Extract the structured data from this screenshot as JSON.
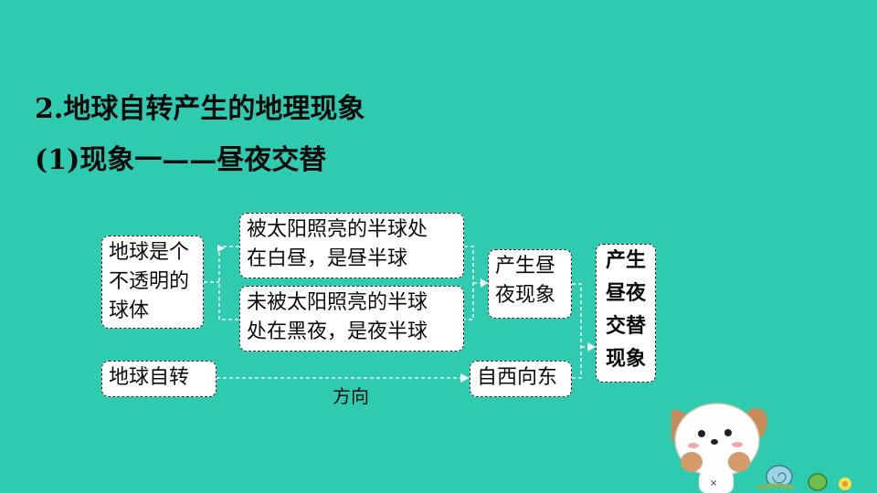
{
  "heading_1": "2.地球自转产生的地理现象",
  "heading_2": "(1)现象一——昼夜交替",
  "diagram": {
    "earth_box": [
      "地球是个",
      "不透明的",
      "球体"
    ],
    "day_box": [
      "被太阳照亮的半球处",
      "在白昼，是昼半球"
    ],
    "night_box": [
      "未被太阳照亮的半球",
      "处在黑夜，是夜半球"
    ],
    "rotation_box": "地球自转",
    "phenomenon_box": [
      "产生昼",
      "夜现象"
    ],
    "direction_label": "方向",
    "east_west_box": "自西向东",
    "result_box": [
      "产生",
      "昼夜",
      "交替",
      "现象"
    ]
  },
  "colors": {
    "background": "#2ecbb0",
    "box_fill": "#ffffff",
    "text": "#0b0b0b"
  }
}
